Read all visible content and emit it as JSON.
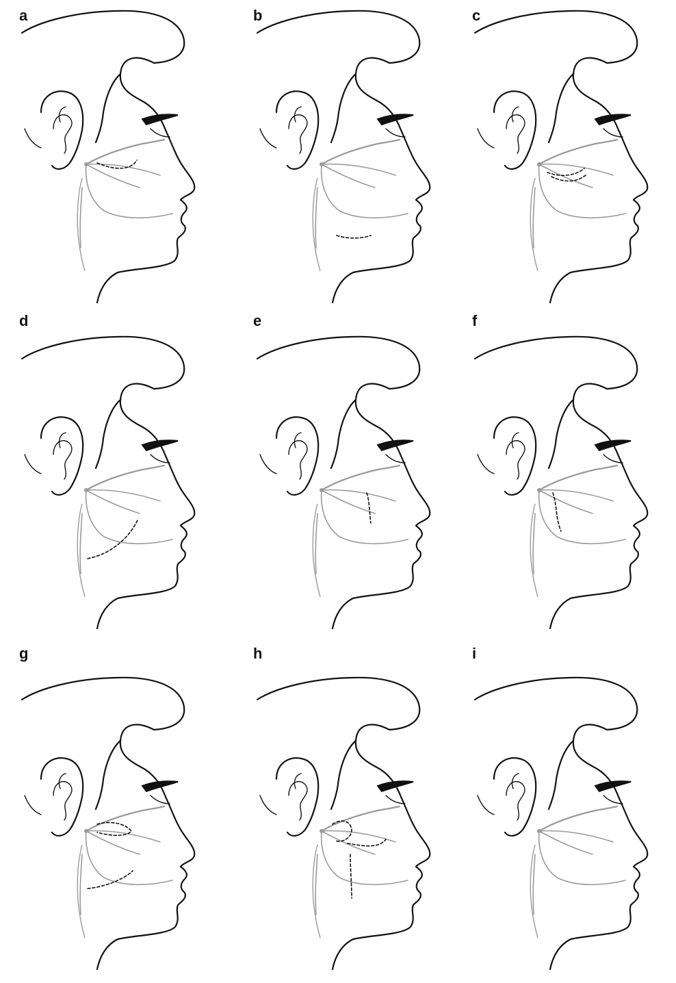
{
  "figure": {
    "panels": [
      {
        "label": "a",
        "variant": "a"
      },
      {
        "label": "b",
        "variant": "b"
      },
      {
        "label": "c",
        "variant": "c"
      },
      {
        "label": "d",
        "variant": "d"
      },
      {
        "label": "e",
        "variant": "e"
      },
      {
        "label": "f",
        "variant": "f"
      },
      {
        "label": "g",
        "variant": "g"
      },
      {
        "label": "h",
        "variant": "h"
      },
      {
        "label": "i",
        "variant": "i"
      }
    ],
    "colors": {
      "outline": "#111111",
      "nerve": "#9a9a9a",
      "variant_branch": "#111111"
    }
  }
}
